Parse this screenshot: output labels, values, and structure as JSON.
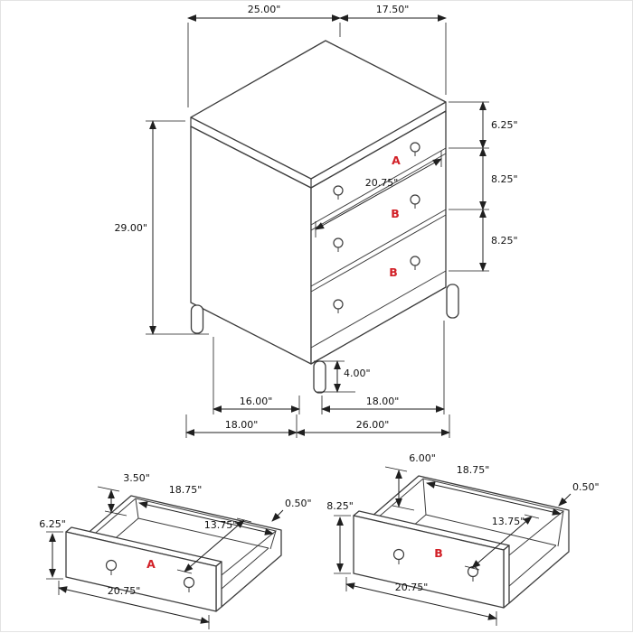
{
  "main_view": {
    "dim_width_top": "25.00\"",
    "dim_depth_top": "17.50\"",
    "dim_right_segments": [
      "6.25\"",
      "8.25\"",
      "8.25\""
    ],
    "dim_total_height": "29.00\"",
    "dim_drawer_front_width": "20.75\"",
    "drawer_letters": [
      "A",
      "B",
      "B"
    ],
    "dim_leg_height": "4.00\"",
    "dim_bottom_inner": [
      "16.00\"",
      "18.00\""
    ],
    "dim_bottom_outer": [
      "18.00\"",
      "26.00\""
    ]
  },
  "drawer_detail_a": {
    "letter": "A",
    "dim_side_height": "3.50\"",
    "dim_inner_width": "18.75\"",
    "dim_wall_thickness": "0.50\"",
    "dim_front_height": "6.25\"",
    "dim_inner_depth": "13.75\"",
    "dim_overall_width": "20.75\""
  },
  "drawer_detail_b": {
    "letter": "B",
    "dim_side_height": "6.00\"",
    "dim_inner_width": "18.75\"",
    "dim_wall_thickness": "0.50\"",
    "dim_front_height": "8.25\"",
    "dim_inner_depth": "13.75\"",
    "dim_overall_width": "20.75\""
  },
  "colors": {
    "line": "#3c3c3c",
    "dimension": "#1f1f1f",
    "part_label": "#d22027",
    "background": "#ffffff"
  }
}
